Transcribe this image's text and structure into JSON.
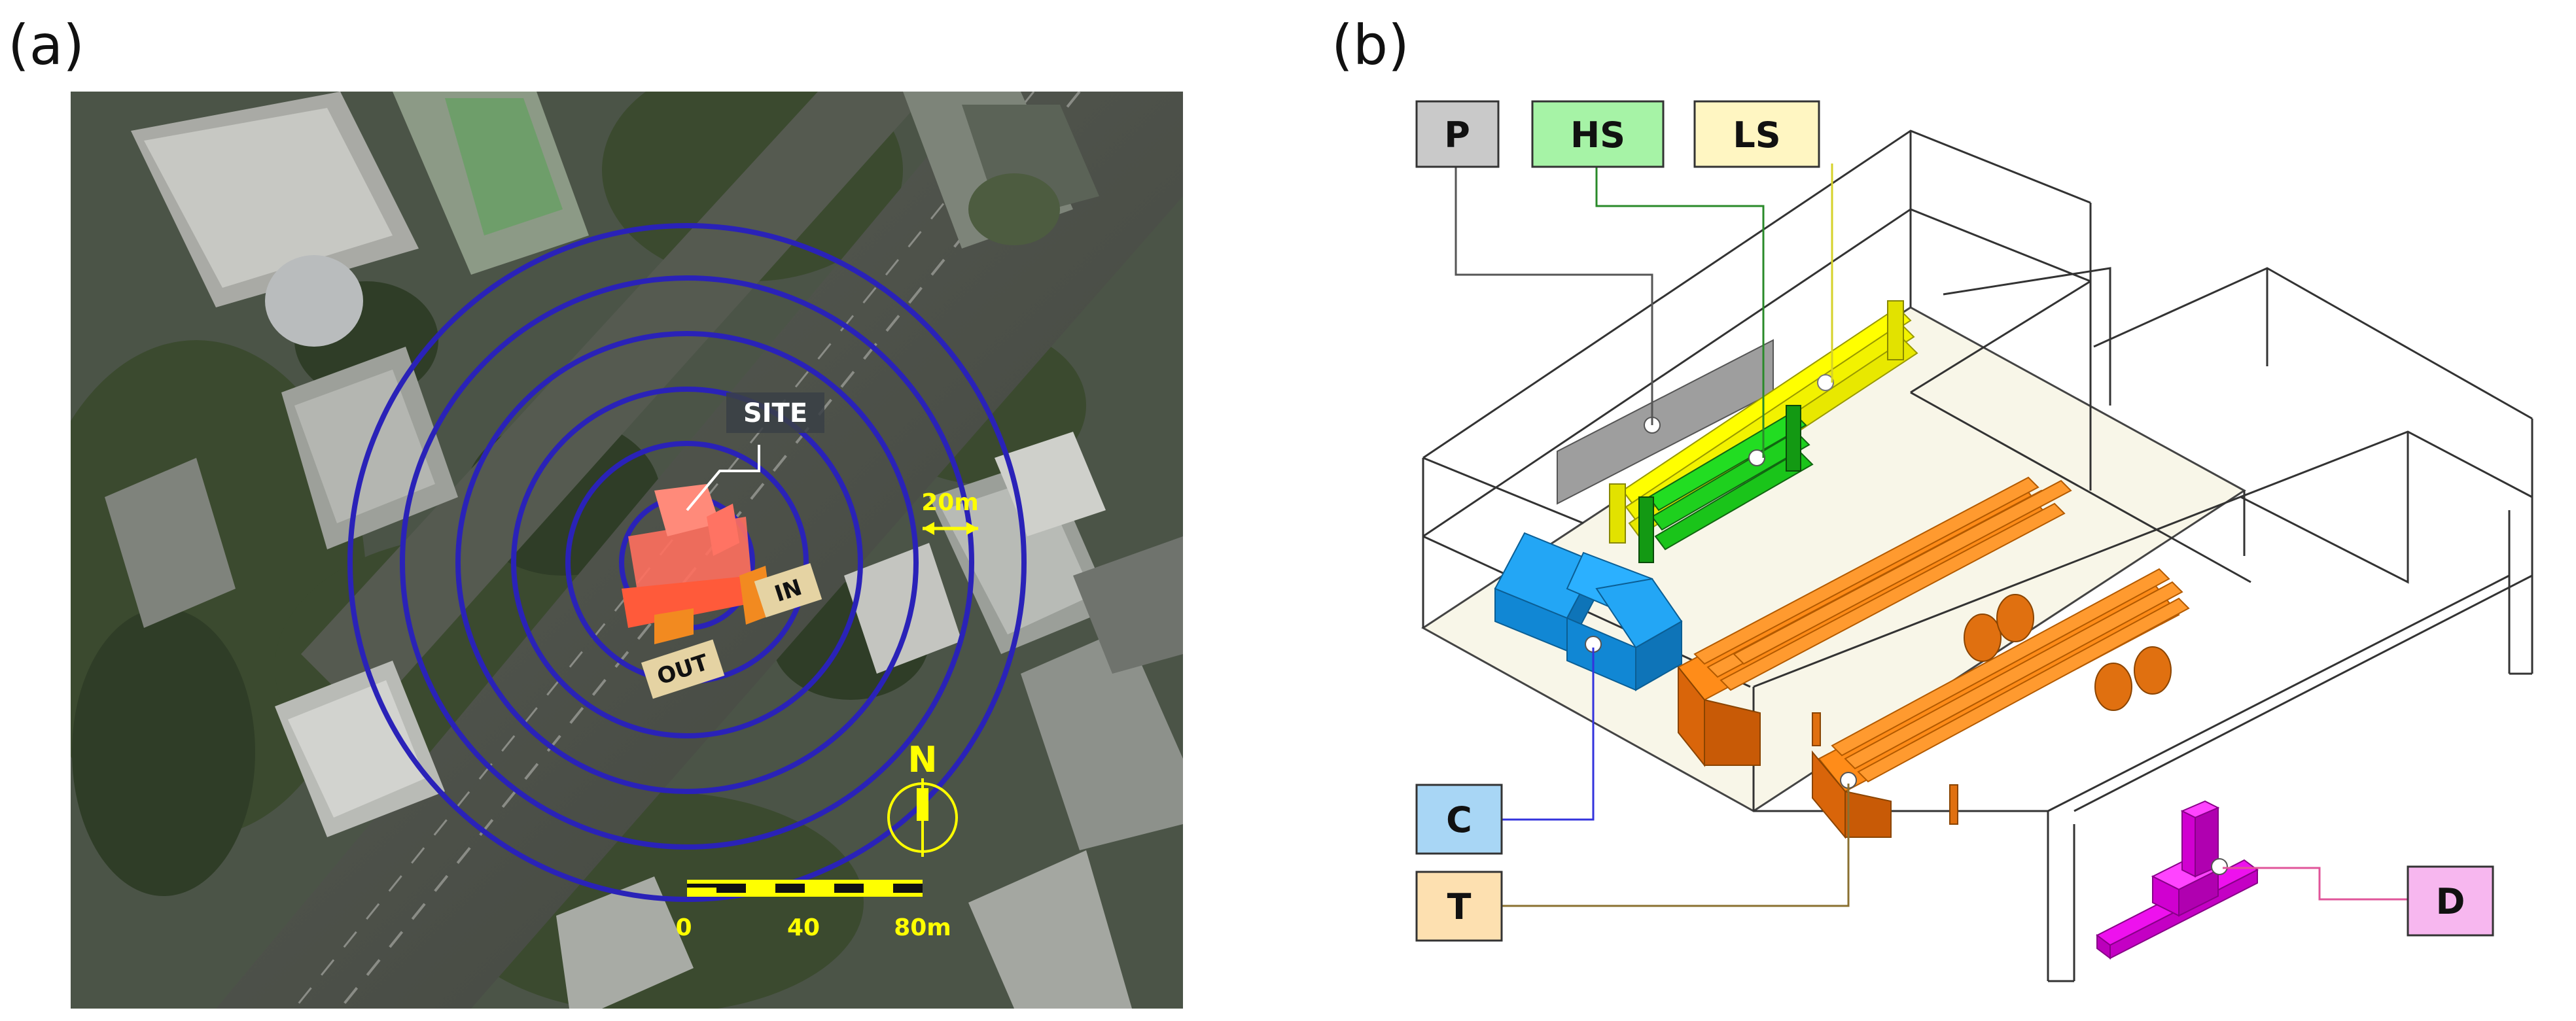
{
  "panel_a": {
    "label": "(a)",
    "site_label": "SITE",
    "out_label": "OUT",
    "in_label": "IN",
    "ring_spacing_label": "20m",
    "north_label": "N",
    "scale_labels": [
      "0",
      "40",
      "80m"
    ]
  },
  "panel_b": {
    "label": "(b)",
    "tags": {
      "p": "P",
      "hs": "HS",
      "ls": "LS",
      "c": "C",
      "t": "T",
      "d": "D"
    }
  },
  "colors": {
    "ring": "#2a22b8",
    "yellow_annot": "#ffff00",
    "p_tag": "#c9c9c9",
    "hs_tag": "#a6f3a6",
    "ls_tag": "#fff6c2",
    "c_tag": "#a8d6f5",
    "t_tag": "#fde0b0",
    "d_tag": "#f7b7ef",
    "pole_yellow": "#ffff00",
    "pole_green": "#22dd22",
    "pipe_orange": "#ff8c19",
    "truck_blue": "#1296ea",
    "magenta": "#ee11ee"
  }
}
